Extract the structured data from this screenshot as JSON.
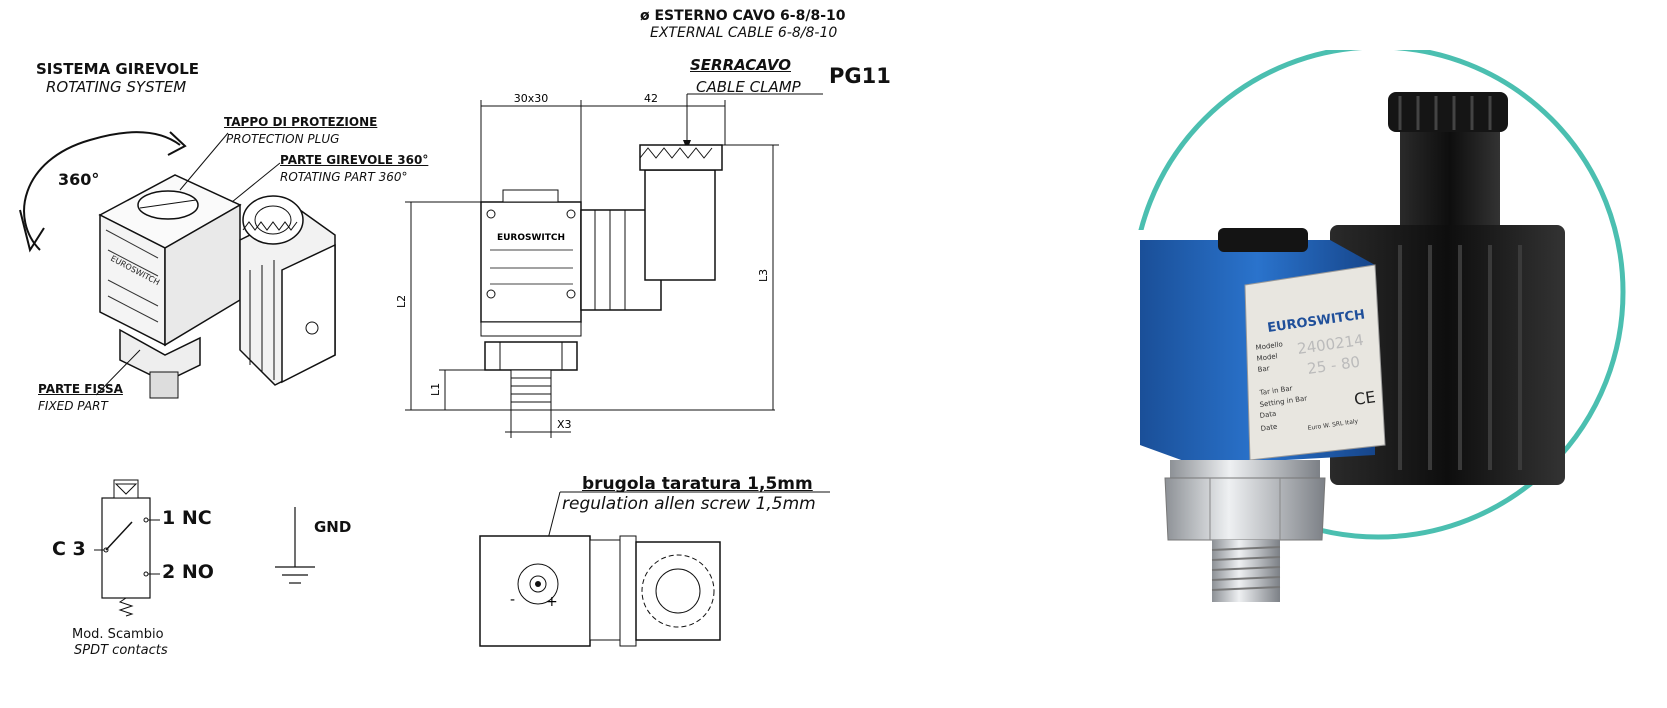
{
  "left": {
    "rotating_system": {
      "it": "SISTEMA GIREVOLE",
      "en": "ROTATING SYSTEM"
    },
    "degrees": "360°",
    "protection_plug": {
      "it": "TAPPO DI PROTEZIONE",
      "en": "PROTECTION PLUG"
    },
    "rotating_part": {
      "it": "PARTE GIREVOLE 360°",
      "en": "ROTATING PART 360°"
    },
    "fixed_part": {
      "it": "PARTE FISSA",
      "en": "FIXED PART"
    }
  },
  "middle": {
    "cable_outer": {
      "it": "ø ESTERNO CAVO 6-8/8-10",
      "en": "EXTERNAL CABLE 6-8/8-10"
    },
    "cable_clamp": {
      "it": "SERRACAVO",
      "en": "CABLE CLAMP",
      "size": "PG11"
    },
    "dims": {
      "w1": "30x30",
      "w2": "42",
      "l1": "L1",
      "l2": "L2",
      "l3": "L3",
      "x3": "X3"
    },
    "regulation": {
      "it": "brugola taratura 1,5mm",
      "en": "regulation allen screw 1,5mm"
    }
  },
  "schematic": {
    "c3": "C 3",
    "nc": "1 NC",
    "no": "2 NO",
    "gnd": "GND",
    "mod": {
      "it": "Mod. Scambio",
      "en": "SPDT contacts"
    }
  },
  "photo": {
    "brand": "EUROSWITCH",
    "plate_fields": [
      "Modello",
      "Model",
      "Bar",
      "Tar in Bar",
      "Setting in Bar",
      "Data",
      "Date"
    ],
    "model_value": "2400214",
    "bar_value": "25 - 80",
    "maker_line": "Euro W. SRL Italy",
    "ce_mark": "CE",
    "colors": {
      "ring": "#4bbfb0",
      "body": "#1f63b8",
      "connector": "#1a1a1a",
      "metal": "#c9ccd1"
    }
  }
}
